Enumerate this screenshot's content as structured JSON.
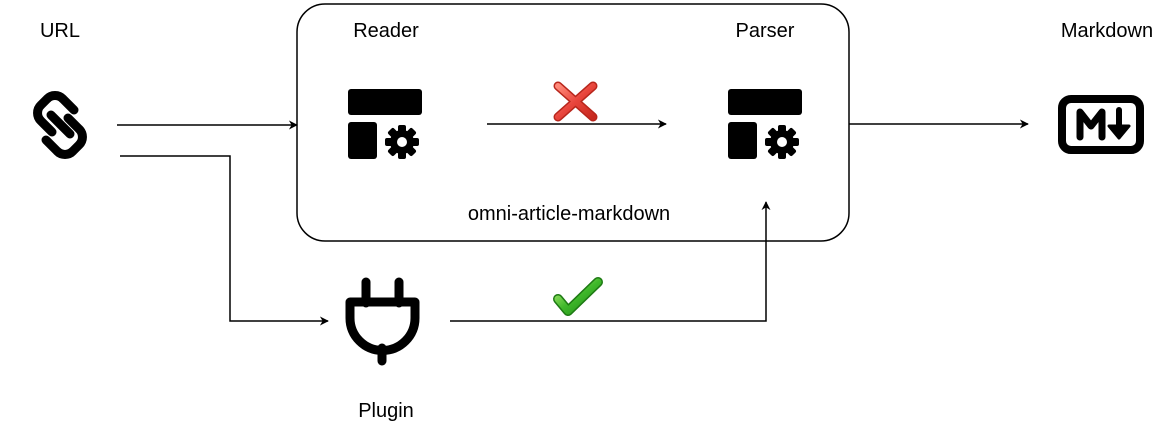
{
  "nodes": {
    "url": {
      "label": "URL",
      "icon": "link-icon"
    },
    "reader": {
      "label": "Reader",
      "icon": "layout-gear-icon"
    },
    "parser": {
      "label": "Parser",
      "icon": "layout-gear-icon"
    },
    "markdown": {
      "label": "Markdown",
      "icon": "markdown-icon"
    },
    "plugin": {
      "label": "Plugin",
      "icon": "plug-icon"
    }
  },
  "group": {
    "label": "omni-article-markdown"
  },
  "edges": {
    "reader_to_parser": {
      "status_icon": "cross-icon",
      "status_color": "#e8453c"
    },
    "plugin_to_parser": {
      "status_icon": "check-icon",
      "status_color": "#3fb82a"
    }
  },
  "colors": {
    "stroke": "#000000",
    "cross": "#e8453c",
    "check": "#3fb82a"
  }
}
